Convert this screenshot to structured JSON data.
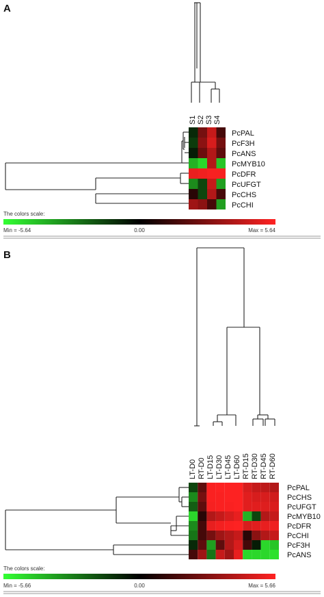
{
  "chart_data": [
    {
      "type": "heatmap",
      "panel_label": "A",
      "columns": [
        "S1",
        "S2",
        "S3",
        "S4"
      ],
      "rows": [
        "PcPAL",
        "PcF3H",
        "PcANS",
        "PcMYB10",
        "PcDFR",
        "PcUFGT",
        "PcCHS",
        "PcCHI"
      ],
      "values": [
        [
          -0.5,
          2.0,
          4.0,
          1.0
        ],
        [
          -0.8,
          2.5,
          4.5,
          2.0
        ],
        [
          -0.3,
          1.8,
          3.5,
          1.5
        ],
        [
          -3.5,
          -4.5,
          3.5,
          -4.0
        ],
        [
          5.0,
          5.2,
          5.4,
          5.4
        ],
        [
          -2.5,
          -1.0,
          4.0,
          -3.0
        ],
        [
          0.5,
          -1.0,
          3.5,
          1.0
        ],
        [
          3.0,
          2.5,
          1.0,
          -3.0
        ]
      ],
      "scale": {
        "title": "The colors scale:",
        "min": -5.64,
        "mid": 0.0,
        "max": 5.64,
        "min_label": "Min = -5.64",
        "mid_label": "0.00",
        "max_label": "Max = 5.64"
      },
      "colors": {
        "low": "#33ff33",
        "mid": "#000000",
        "high": "#ff2222"
      }
    },
    {
      "type": "heatmap",
      "panel_label": "B",
      "columns": [
        "LT-D0",
        "RT-D0",
        "LT-D15",
        "LT-D30",
        "LT-D45",
        "LT-D60",
        "RT-D15",
        "RT-D30",
        "RT-D45",
        "RT-D60"
      ],
      "rows": [
        "PcPAL",
        "PcCHS",
        "PcUFGT",
        "PcMYB10",
        "PcDFR",
        "PcCHI",
        "PcF3H",
        "PcANS"
      ],
      "values": [
        [
          -1.0,
          1.5,
          5.5,
          5.6,
          5.6,
          5.6,
          4.5,
          4.0,
          3.8,
          3.5
        ],
        [
          -2.5,
          2.0,
          5.5,
          5.5,
          5.6,
          5.6,
          4.8,
          4.5,
          4.5,
          4.3
        ],
        [
          -1.5,
          1.5,
          5.4,
          5.5,
          5.5,
          5.6,
          4.8,
          4.8,
          4.7,
          4.6
        ],
        [
          -4.5,
          0.5,
          3.5,
          4.0,
          4.5,
          5.0,
          -3.5,
          -1.0,
          3.5,
          4.0
        ],
        [
          -2.5,
          1.0,
          5.0,
          5.3,
          5.5,
          5.6,
          4.5,
          4.8,
          5.0,
          5.2
        ],
        [
          -2.0,
          1.0,
          2.0,
          3.0,
          3.5,
          4.0,
          0.5,
          2.5,
          3.5,
          4.0
        ],
        [
          -0.5,
          1.5,
          -3.0,
          1.5,
          3.5,
          4.5,
          1.0,
          -0.3,
          -4.5,
          -4.0
        ],
        [
          1.0,
          3.0,
          -2.0,
          4.0,
          3.0,
          5.0,
          -4.5,
          -4.5,
          -4.5,
          -4.8
        ]
      ],
      "scale": {
        "title": "The colors scale:",
        "min": -5.66,
        "mid": 0.0,
        "max": 5.66,
        "min_label": "Min = -5.66",
        "mid_label": "0.00",
        "max_label": "Max = 5.66"
      },
      "colors": {
        "low": "#33ff33",
        "mid": "#000000",
        "high": "#ff2222"
      }
    }
  ]
}
